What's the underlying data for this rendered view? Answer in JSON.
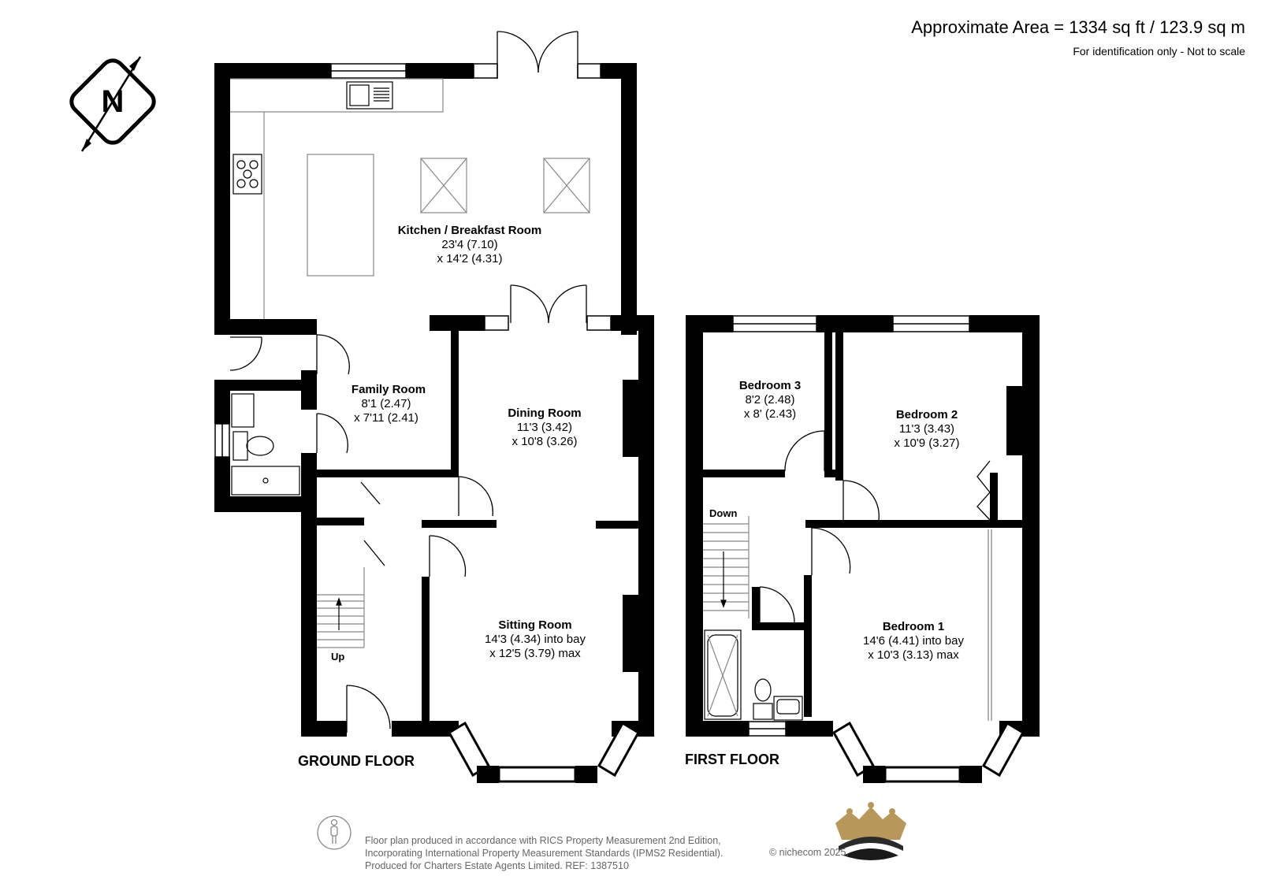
{
  "header": {
    "area": "Approximate Area = 1334 sq ft / 123.9 sq m",
    "note": "For identification only - Not to scale"
  },
  "compass": {
    "letter": "N",
    "icon": "north-compass-icon"
  },
  "ground_floor": {
    "label": "GROUND FLOOR",
    "stairs_label": "Up",
    "rooms": [
      {
        "name": "Kitchen / Breakfast Room",
        "dim1": "23'4 (7.10)",
        "dim2": "x 14'2 (4.31)"
      },
      {
        "name": "Family Room",
        "dim1": "8'1 (2.47)",
        "dim2": "x 7'11 (2.41)"
      },
      {
        "name": "Dining Room",
        "dim1": "11'3 (3.42)",
        "dim2": "x 10'8 (3.26)"
      },
      {
        "name": "Sitting Room",
        "dim1": "14'3 (4.34) into bay",
        "dim2": "x 12'5 (3.79) max"
      }
    ]
  },
  "first_floor": {
    "label": "FIRST FLOOR",
    "stairs_label": "Down",
    "rooms": [
      {
        "name": "Bedroom 3",
        "dim1": "8'2 (2.48)",
        "dim2": "x 8' (2.43)"
      },
      {
        "name": "Bedroom 2",
        "dim1": "11'3 (3.43)",
        "dim2": "x 10'9 (3.27)"
      },
      {
        "name": "Bedroom 1",
        "dim1": "14'6 (4.41) into bay",
        "dim2": "x 10'3 (3.13) max"
      }
    ]
  },
  "footer": {
    "line1": "Floor plan produced in accordance with RICS Property Measurement 2nd Edition,",
    "line2": "Incorporating International Property Measurement Standards (IPMS2 Residential).",
    "line3": "Produced for Charters Estate Agents Limited.   REF: 1387510",
    "copyright": "© nichecom 2025.",
    "logo": "crown-logo-icon"
  },
  "colors": {
    "wall": "#000000",
    "fixture": "#888888",
    "crown": "#b8975a"
  }
}
